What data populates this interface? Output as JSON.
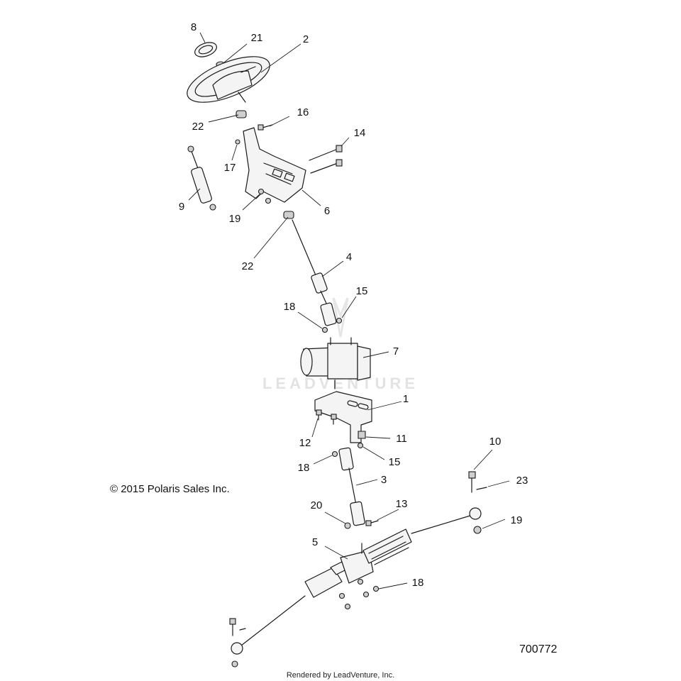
{
  "copyright": "© 2015 Polaris Sales Inc.",
  "diagram_id": "700772",
  "footer": "Rendered by LeadVenture, Inc.",
  "watermark": "LEADVENTURE",
  "callouts": [
    {
      "key": "c8",
      "label": "8"
    },
    {
      "key": "c21",
      "label": "21"
    },
    {
      "key": "c2",
      "label": "2"
    },
    {
      "key": "c22a",
      "label": "22"
    },
    {
      "key": "c16",
      "label": "16"
    },
    {
      "key": "c14",
      "label": "14"
    },
    {
      "key": "c17",
      "label": "17"
    },
    {
      "key": "c9",
      "label": "9"
    },
    {
      "key": "c19a",
      "label": "19"
    },
    {
      "key": "c6",
      "label": "6"
    },
    {
      "key": "c22b",
      "label": "22"
    },
    {
      "key": "c4",
      "label": "4"
    },
    {
      "key": "c15a",
      "label": "15"
    },
    {
      "key": "c18a",
      "label": "18"
    },
    {
      "key": "c7",
      "label": "7"
    },
    {
      "key": "c1",
      "label": "1"
    },
    {
      "key": "c11",
      "label": "11"
    },
    {
      "key": "c12",
      "label": "12"
    },
    {
      "key": "c15b",
      "label": "15"
    },
    {
      "key": "c18b",
      "label": "18"
    },
    {
      "key": "c10",
      "label": "10"
    },
    {
      "key": "c3",
      "label": "3"
    },
    {
      "key": "c23",
      "label": "23"
    },
    {
      "key": "c20",
      "label": "20"
    },
    {
      "key": "c13",
      "label": "13"
    },
    {
      "key": "c19b",
      "label": "19"
    },
    {
      "key": "c5",
      "label": "5"
    },
    {
      "key": "c18c",
      "label": "18"
    }
  ]
}
